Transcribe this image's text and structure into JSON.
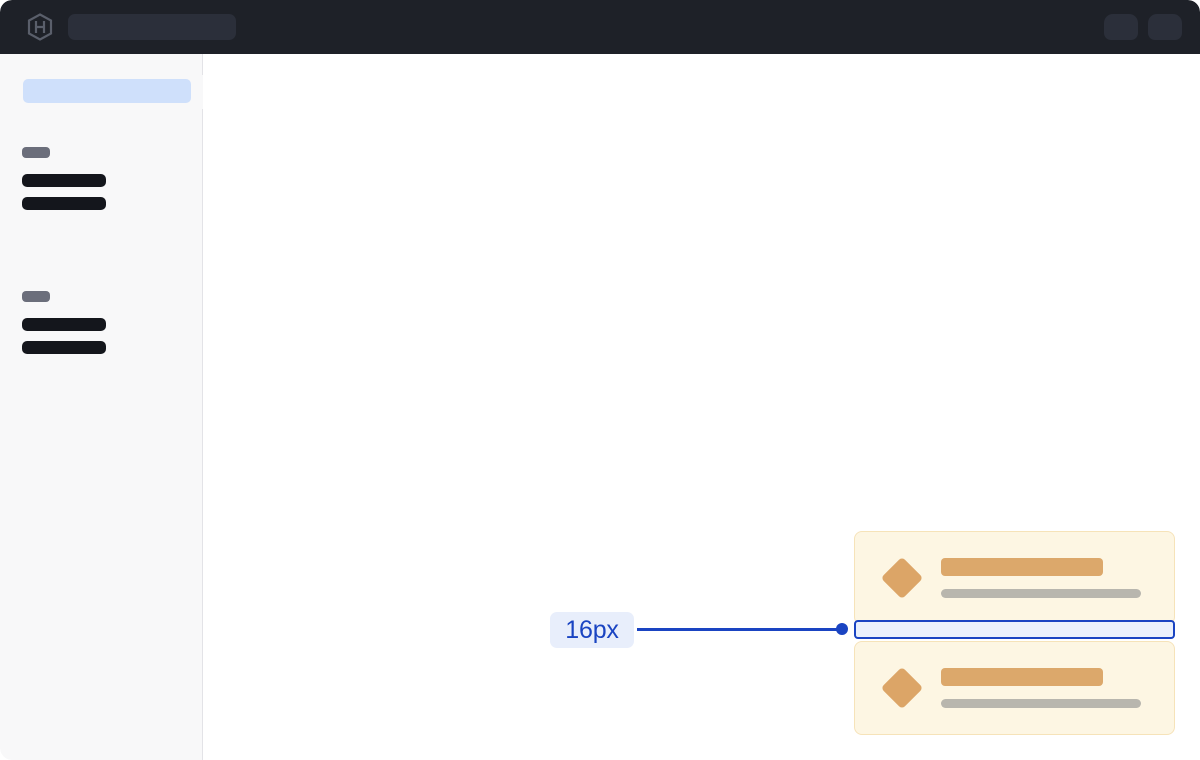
{
  "window": {
    "background_color": "#ffffff"
  },
  "top_bar": {
    "background_color": "#1e2128",
    "logo_icon": "hexagon-h-logo-icon",
    "search": {
      "name": "global-search-field",
      "value": "",
      "placeholder": ""
    },
    "actions": [
      {
        "name": "top-bar-pill-1",
        "label": ""
      },
      {
        "name": "top-bar-pill-2",
        "label": ""
      }
    ]
  },
  "sidebar": {
    "background_color": "#f8f8f9",
    "active_item": {
      "label": "",
      "highlight_color": "#cfe0fb"
    },
    "resize_handle": {
      "label": ""
    },
    "groups": [
      {
        "label": "",
        "items": [
          {
            "label": ""
          },
          {
            "label": ""
          }
        ]
      },
      {
        "label": "",
        "items": [
          {
            "label": ""
          },
          {
            "label": ""
          }
        ]
      }
    ]
  },
  "main": {
    "background_color": "#ffffff",
    "cards": [
      {
        "name": "content-card-1",
        "icon": "diamond-icon",
        "title": "",
        "subtitle": "",
        "background_color": "#fdf6e3",
        "border_color": "#f6e3b9",
        "icon_color": "#dca567"
      },
      {
        "name": "content-card-2",
        "icon": "diamond-icon",
        "title": "",
        "subtitle": "",
        "background_color": "#fdf6e3",
        "border_color": "#f6e3b9",
        "icon_color": "#dca567"
      }
    ],
    "spacing_annotation": {
      "label": "16px",
      "value": 16,
      "unit": "px",
      "accent_color": "#1a44c2",
      "label_background_color": "#e8eefb",
      "fill_color": "#eaf0fc"
    }
  }
}
